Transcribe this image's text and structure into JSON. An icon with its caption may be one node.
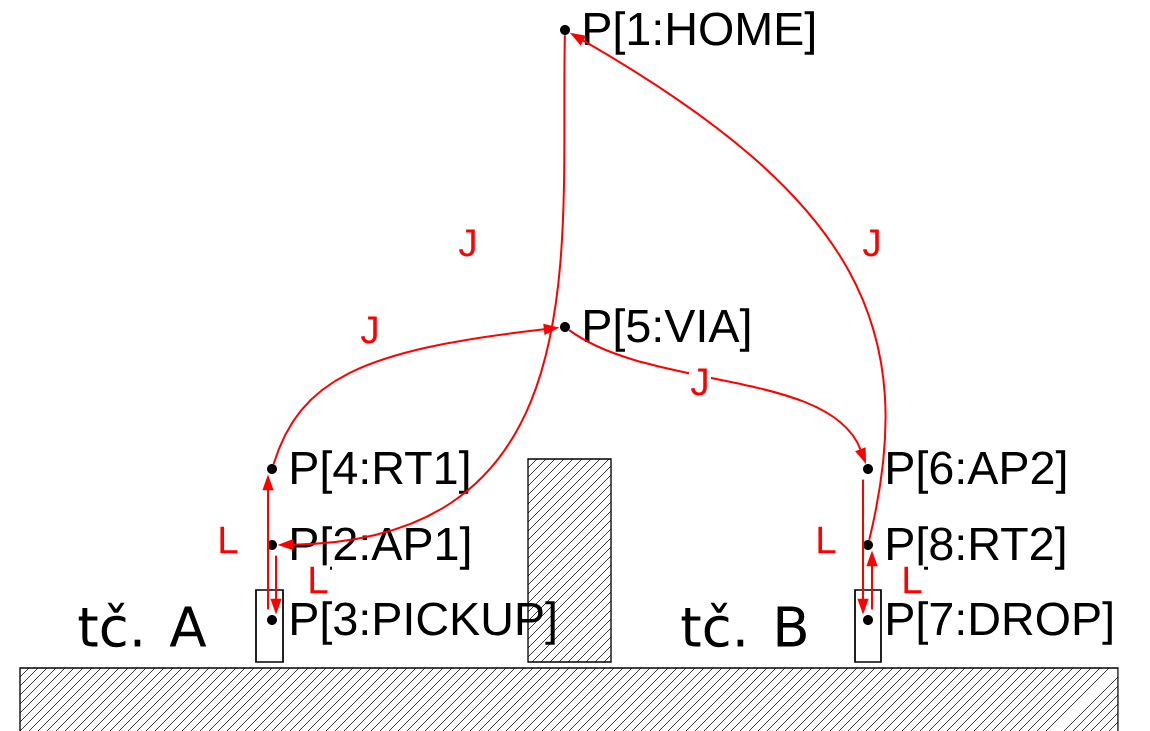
{
  "diagram": {
    "nodes": [
      {
        "text": [
          "P[1:HOME]"
        ]
      },
      {
        "text": [
          "P[5:VIA]"
        ]
      },
      {
        "text": [
          "P[4:RT1]"
        ]
      },
      {
        "text": [
          "P[6:AP2]"
        ]
      },
      {
        "text": [
          "P[2:AP1]"
        ]
      },
      {
        "text": [
          "P[8:RT2]"
        ]
      },
      {
        "text": [
          "P[3:PICKUP]"
        ]
      },
      {
        "text": [
          "P[7:DROP]"
        ]
      }
    ],
    "edges": [
      {
        "from": 0,
        "to": 4,
        "arrow": "to",
        "label": "J"
      },
      {
        "from": 4,
        "to": 6,
        "arrow": "to",
        "label": "L"
      },
      {
        "from": 6,
        "to": 2,
        "arrow": "to",
        "label": "L"
      },
      {
        "from": 2,
        "to": 1,
        "arrow": "to",
        "label": "J"
      },
      {
        "from": 1,
        "to": 3,
        "arrow": "to",
        "label": "J"
      },
      {
        "from": 3,
        "to": 7,
        "arrow": "to",
        "label": "L"
      },
      {
        "from": 7,
        "to": 5,
        "arrow": "to",
        "label": "L"
      },
      {
        "from": 5,
        "to": 0,
        "arrow": "to",
        "label": "J"
      }
    ],
    "labels": [
      "tč. A",
      "tč. B"
    ]
  }
}
